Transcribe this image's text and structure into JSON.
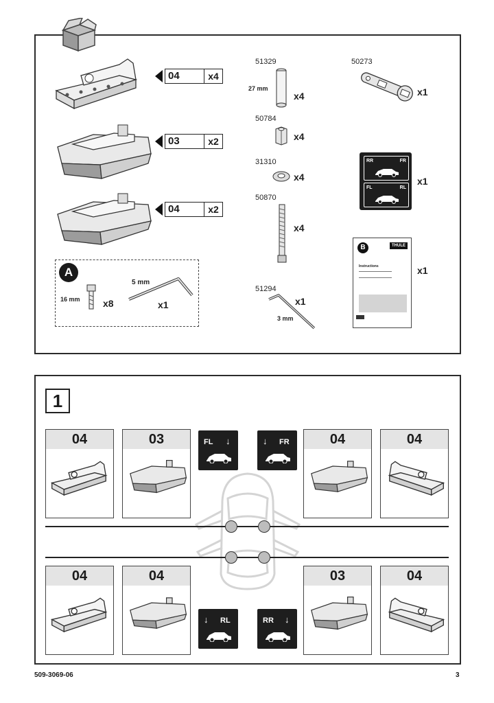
{
  "inventory": {
    "parts": [
      {
        "code": "04",
        "qty": "x4"
      },
      {
        "code": "03",
        "qty": "x2"
      },
      {
        "code": "04",
        "qty": "x2"
      }
    ],
    "set_a": {
      "letter": "A",
      "bolt_len": "16 mm",
      "bolt_qty": "x8",
      "key_size": "5 mm",
      "key_qty": "x1"
    },
    "hardware": [
      {
        "pn": "51329",
        "dim": "27 mm",
        "qty": "x4"
      },
      {
        "pn": "50784",
        "qty": "x4"
      },
      {
        "pn": "31310",
        "qty": "x4"
      },
      {
        "pn": "50870",
        "qty": "x4"
      },
      {
        "pn": "51294",
        "dim": "3 mm",
        "qty": "x1"
      }
    ],
    "wrench": {
      "pn": "50273",
      "qty": "x1"
    },
    "stickers": {
      "qty": "x1",
      "rr": "RR",
      "fr": "FR",
      "fl": "FL",
      "rl": "RL"
    },
    "manual": {
      "letter": "B",
      "brand": "THULE",
      "title": "Instructions",
      "qty": "x1"
    }
  },
  "step1": {
    "number": "1",
    "front_cards": [
      "04",
      "03",
      "04",
      "04"
    ],
    "rear_cards": [
      "04",
      "04",
      "03",
      "04"
    ],
    "positions": {
      "fl": "FL",
      "fr": "FR",
      "rl": "RL",
      "rr": "RR"
    }
  },
  "footer": {
    "doc_number": "509-3069-06",
    "page": "3"
  }
}
